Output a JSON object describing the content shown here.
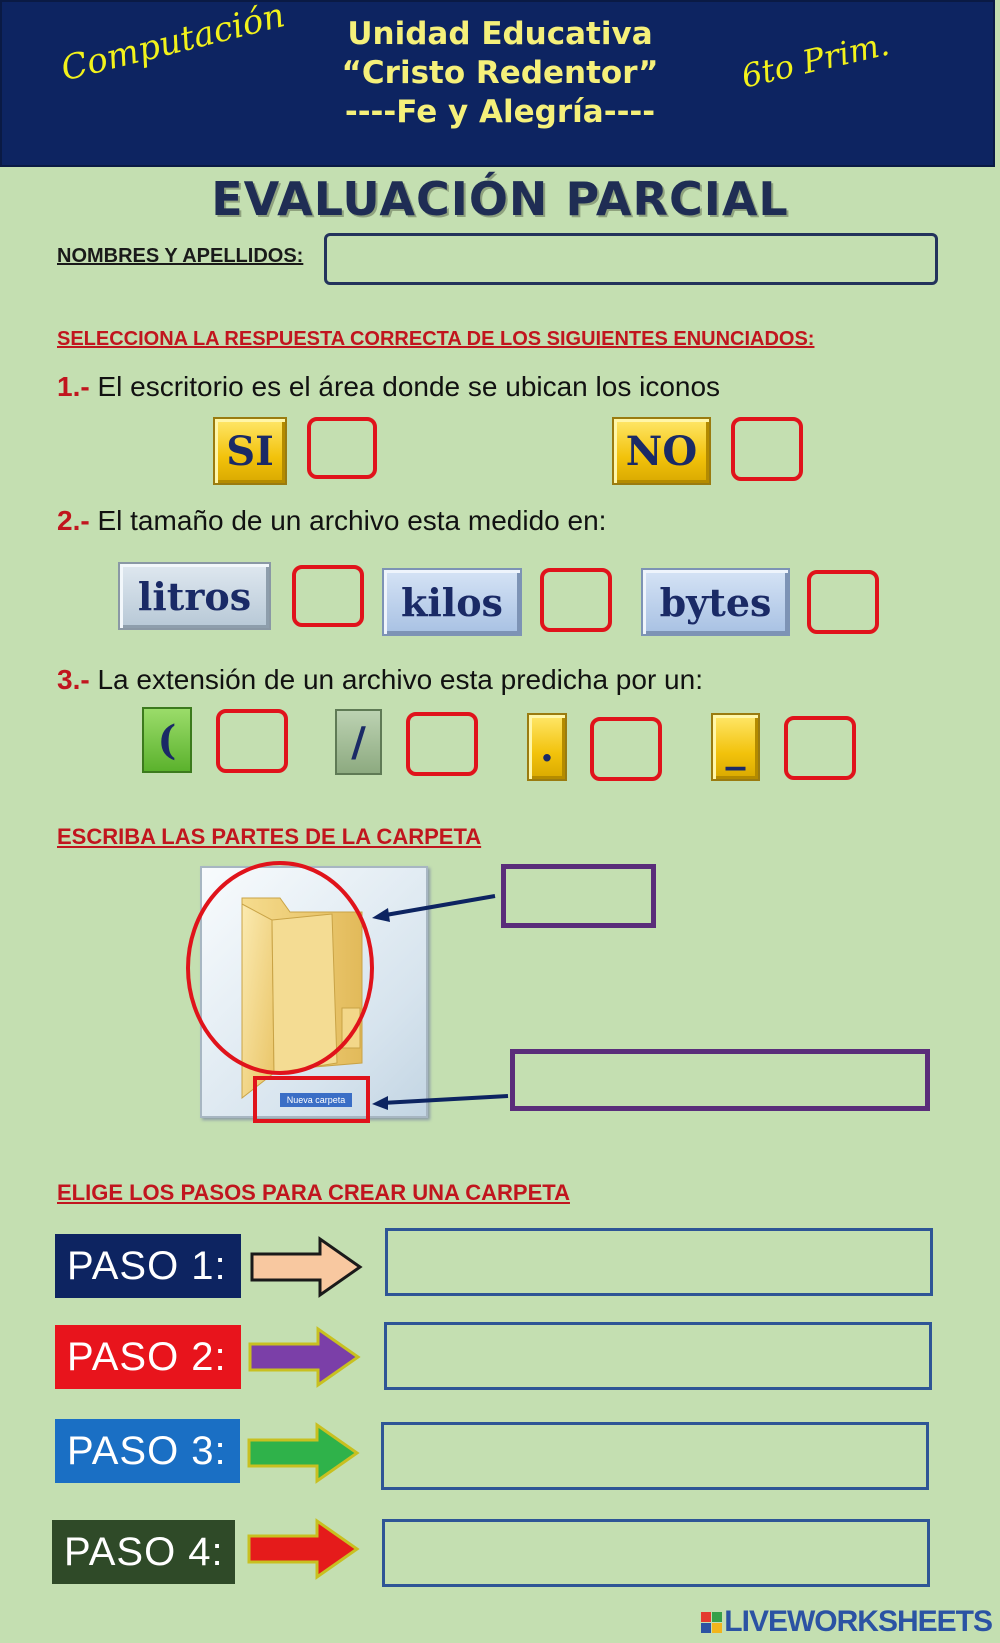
{
  "header": {
    "subject": "Computación",
    "grade": "6to Prim.",
    "school_lines": [
      "Unidad Educativa",
      "“Cristo Redentor”",
      "----Fe y Alegría----"
    ],
    "background": "#0d2461"
  },
  "title": "EVALUACIÓN PARCIAL",
  "name_field": {
    "label": "NOMBRES Y APELLIDOS:",
    "value": ""
  },
  "section1": {
    "title": "SELECCIONA LA RESPUESTA CORRECTA DE LOS SIGUIENTES ENUNCIADOS:",
    "questions": [
      {
        "num": "1.-",
        "text": " El escritorio es el área donde se ubican los iconos",
        "options": [
          "SI",
          "NO"
        ]
      },
      {
        "num": "2.-",
        "text": " El tamaño de un archivo esta medido en:",
        "options": [
          "litros",
          "kilos",
          "bytes"
        ]
      },
      {
        "num": "3.-",
        "text": "  La extensión de un archivo esta predicha por un:",
        "options": [
          "(",
          "/",
          ".",
          "_"
        ]
      }
    ]
  },
  "section2": {
    "title": "ESCRIBA LAS PARTES DE LA CARPETA",
    "folder_caption": "Nueva carpeta",
    "answers": [
      "",
      ""
    ]
  },
  "section3": {
    "title": "ELIGE LOS PASOS PARA CREAR UNA CARPETA",
    "steps": [
      {
        "label": "PASO 1:",
        "label_color": "#0d2461",
        "arrow_color": "#f8c8a0",
        "answer": ""
      },
      {
        "label": "PASO 2:",
        "label_color": "#e8141c",
        "arrow_color": "#7b3fa8",
        "answer": ""
      },
      {
        "label": "PASO 3:",
        "label_color": "#1a6fc4",
        "arrow_color": "#2fb24a",
        "answer": ""
      },
      {
        "label": "PASO 4:",
        "label_color": "#2f4a28",
        "arrow_color": "#e51b1b",
        "answer": ""
      }
    ]
  },
  "watermark": "LIVEWORKSHEETS"
}
